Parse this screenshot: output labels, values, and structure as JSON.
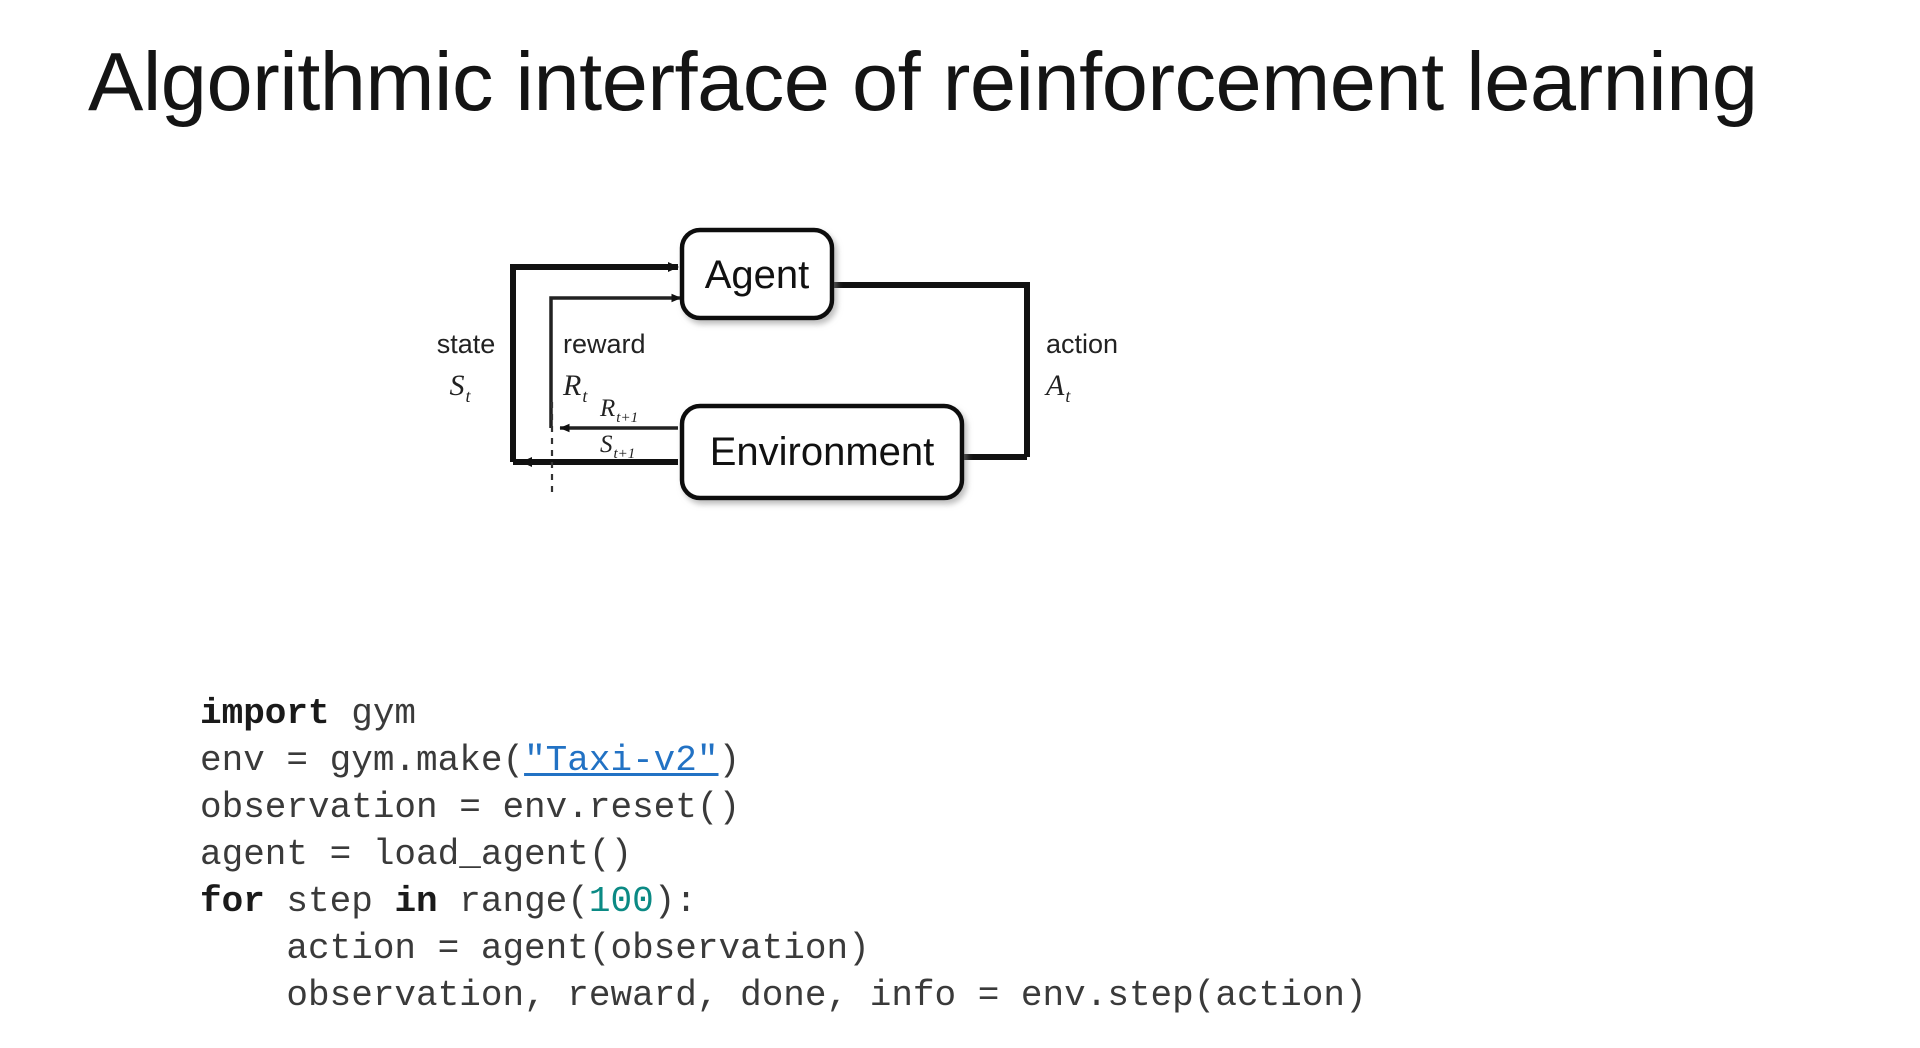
{
  "slide": {
    "title": "Algorithmic interface of reinforcement learning",
    "background_color": "#ffffff"
  },
  "diagram": {
    "name": "agent-environment-interaction-loop",
    "nodes": [
      {
        "id": "agent",
        "label": "Agent"
      },
      {
        "id": "environment",
        "label": "Environment"
      }
    ],
    "edge_labels": {
      "state_word": "state",
      "state_symbol": "S",
      "state_symbol_sub": "t",
      "reward_word": "reward",
      "reward_symbol": "R",
      "reward_symbol_sub": "t",
      "action_word": "action",
      "action_symbol": "A",
      "action_symbol_sub": "t",
      "next_reward_symbol": "R",
      "next_reward_sub": "t+1",
      "next_state_symbol": "S",
      "next_state_sub": "t+1"
    },
    "stroke_color": "#111111"
  },
  "code": {
    "language": "python",
    "keyword_color": "#1a1a1a",
    "number_color": "#0b8a84",
    "link_color": "#2272c4",
    "text_color": "#3a3a3a",
    "lines": [
      {
        "id": "l1",
        "parts": [
          {
            "t": "import",
            "s": "kw"
          },
          {
            "t": " gym",
            "s": "txt"
          }
        ]
      },
      {
        "id": "l2",
        "parts": [
          {
            "t": "env = gym.make(",
            "s": "txt"
          },
          {
            "t": "\"Taxi-v2\"",
            "s": "link"
          },
          {
            "t": ")",
            "s": "txt"
          }
        ]
      },
      {
        "id": "l3",
        "parts": [
          {
            "t": "observation = env.reset()",
            "s": "txt"
          }
        ]
      },
      {
        "id": "l4",
        "parts": [
          {
            "t": "agent = load_agent()",
            "s": "txt"
          }
        ]
      },
      {
        "id": "l5",
        "parts": [
          {
            "t": "for",
            "s": "kw"
          },
          {
            "t": " step ",
            "s": "txt"
          },
          {
            "t": "in",
            "s": "kw"
          },
          {
            "t": " range(",
            "s": "txt"
          },
          {
            "t": "100",
            "s": "num"
          },
          {
            "t": "):",
            "s": "txt"
          }
        ]
      },
      {
        "id": "l6",
        "parts": [
          {
            "t": "    action = agent(observation)",
            "s": "txt"
          }
        ]
      },
      {
        "id": "l7",
        "parts": [
          {
            "t": "    observation, reward, done, info = env.step(action)",
            "s": "txt"
          }
        ]
      }
    ]
  }
}
